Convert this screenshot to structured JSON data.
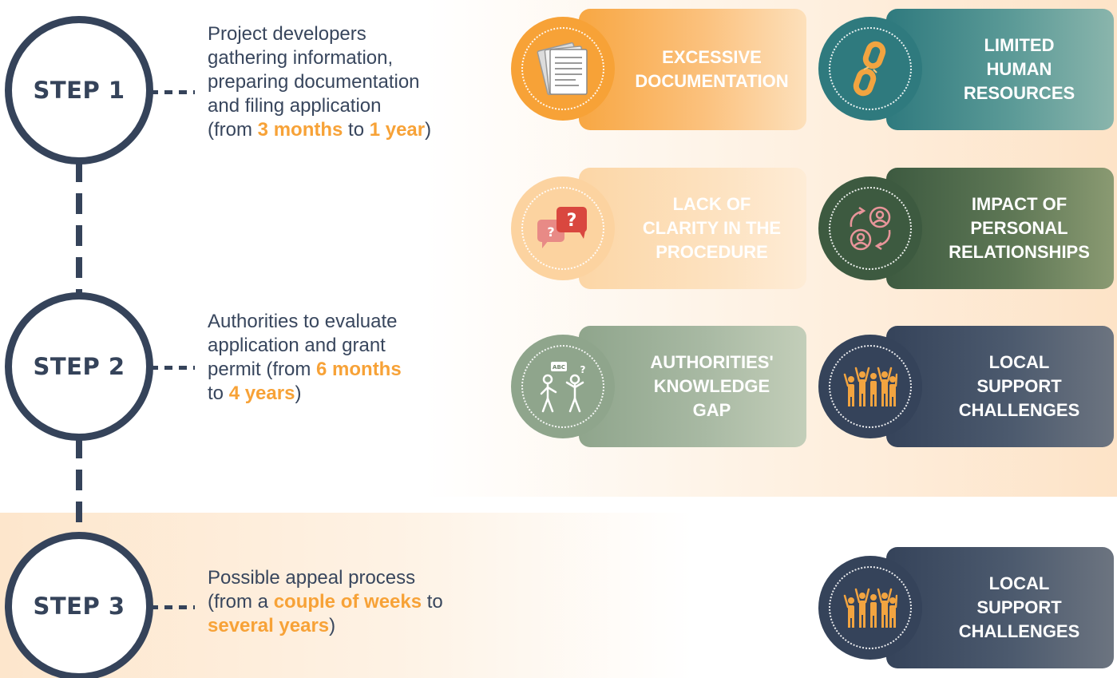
{
  "steps": [
    {
      "label": "STEP 1",
      "desc": {
        "l1": "Project developers",
        "l2": "gathering information,",
        "l3": "preparing documentation",
        "l4": "and filing application",
        "l5a": "(from ",
        "h1": "3 months",
        "l5b": " to ",
        "h2": "1 year",
        "l5c": ")"
      }
    },
    {
      "label": "STEP 2",
      "desc": {
        "l1": "Authorities to evaluate",
        "l2": "application and grant",
        "l3a": "permit (from ",
        "h1": "6 months",
        "l4a": "to ",
        "h2": "4 years",
        "l4b": ")"
      }
    },
    {
      "label": "STEP 3",
      "desc": {
        "l1": "Possible appeal process",
        "l2a": "(from a ",
        "h1": "couple of weeks",
        "l2b": " to",
        "h2": "several years",
        "l3b": ")"
      }
    }
  ],
  "cards": [
    {
      "lines": [
        "EXCESSIVE",
        "DOCUMENTATION"
      ],
      "icon": "documents-icon",
      "color": "#f7a237"
    },
    {
      "lines": [
        "LIMITED",
        "HUMAN",
        "RESOURCES"
      ],
      "icon": "broken-chain-icon",
      "color": "#2f7a7e"
    },
    {
      "lines": [
        "LACK OF",
        "CLARITY IN THE",
        "PROCEDURE"
      ],
      "icon": "question-bubbles-icon",
      "color": "#fcd3a0"
    },
    {
      "lines": [
        "IMPACT OF",
        "PERSONAL",
        "RELATIONSHIPS"
      ],
      "icon": "people-exchange-icon",
      "color": "#3d5a40"
    },
    {
      "lines": [
        "AUTHORITIES'",
        "KNOWLEDGE",
        "GAP"
      ],
      "icon": "confused-people-icon",
      "color": "#8fa58c"
    },
    {
      "lines": [
        "LOCAL",
        "SUPPORT",
        "CHALLENGES"
      ],
      "icon": "crowd-icon",
      "color": "#35435a"
    },
    {
      "lines": [
        "LOCAL",
        "SUPPORT",
        "CHALLENGES"
      ],
      "icon": "crowd-icon",
      "color": "#35435a"
    }
  ]
}
